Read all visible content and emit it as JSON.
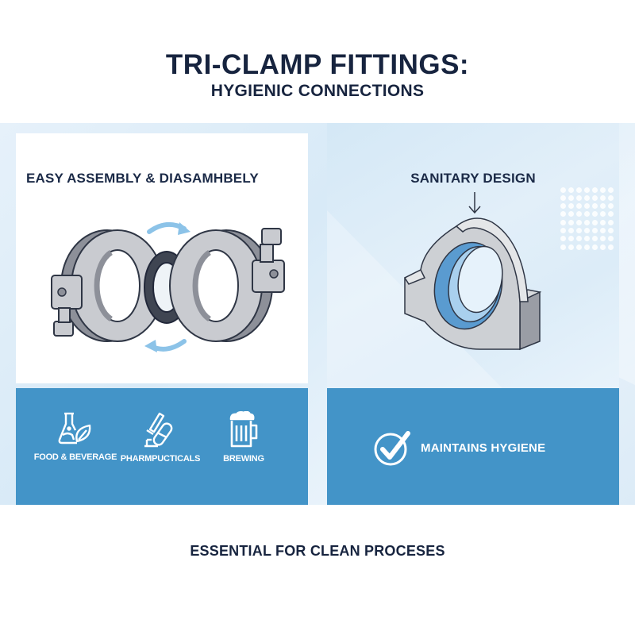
{
  "header": {
    "title": "TRI-CLAMP FITTINGS:",
    "subtitle": "HYGIENIC CONNECTIONS"
  },
  "left_panel": {
    "heading": "EASY ASSEMBLY & DIASAMHBELY",
    "illustration": "two-clamp-halves-with-gasket-icon",
    "industries": [
      {
        "label": "FOOD & BEVERAGE",
        "icon": "flask-leaf-icon"
      },
      {
        "label": "PHARMPUCTICALS",
        "icon": "microscope-pill-icon"
      },
      {
        "label": "BREWING",
        "icon": "beer-mug-icon"
      }
    ]
  },
  "right_panel": {
    "heading": "SANITARY DESIGN",
    "illustration": "ferrule-ring-icon",
    "benefit": {
      "label": "MAINTAINS HYGIENE",
      "icon": "check-circle-icon"
    }
  },
  "footer": {
    "text": "ESSENTIAL FOR CLEAN PROCESES"
  },
  "colors": {
    "navy_text": "#17243f",
    "accent_blue": "#4394c8",
    "band_light": "#dcebf7",
    "card_white": "#ffffff"
  }
}
